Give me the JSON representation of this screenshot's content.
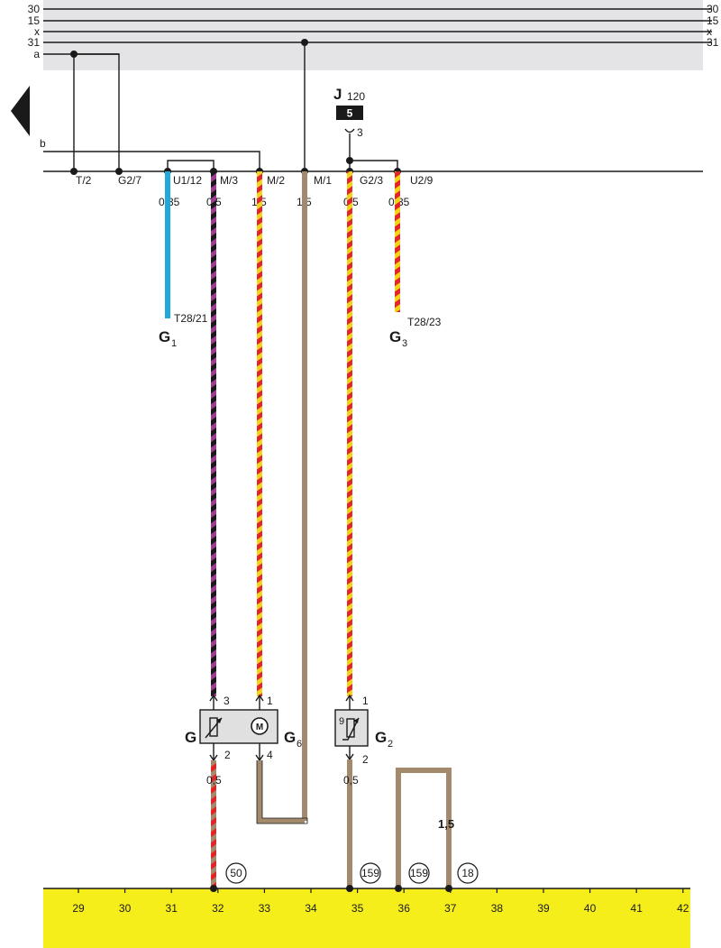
{
  "colors": {
    "rail_band": "#e4e4e6",
    "ground_band": "#f5ee1a",
    "blue": "#21a9d9",
    "violet": "#9b3c8f",
    "black": "#1a1a1a",
    "red": "#e0252b",
    "yellow": "#f3d21a",
    "brown": "#a38a6c",
    "component_fill": "#e0e0e0"
  },
  "rails": {
    "left_labels": [
      "30",
      "15",
      "x",
      "31",
      "a"
    ],
    "right_labels": [
      "30",
      "15",
      "x",
      "31"
    ]
  },
  "branch_label": "b",
  "relay": {
    "name": "J",
    "subscript": "120",
    "badge": "5",
    "pin": "3"
  },
  "connectors": [
    "T/2",
    "G2/7",
    "U1/12",
    "M/3",
    "M/2",
    "M/1",
    "G2/3",
    "U2/9"
  ],
  "wire_sizes_top": [
    "0,35",
    "0,5",
    "1,5",
    "1,5",
    "0,5",
    "0,35"
  ],
  "pins": {
    "t28_21": "T28/21",
    "t28_23": "T28/23"
  },
  "components": {
    "g1": {
      "letter": "G",
      "sub": "1"
    },
    "g3": {
      "letter": "G",
      "sub": "3"
    },
    "g": {
      "letter": "G",
      "pin_top": "3",
      "pin_bottom": "2"
    },
    "g6": {
      "letter": "G",
      "sub": "6",
      "pin_top": "1",
      "pin_bottom": "4",
      "motor": "M"
    },
    "g2": {
      "letter": "G",
      "sub": "2",
      "pin_top": "1",
      "pin_bottom": "2",
      "inner": "9"
    }
  },
  "wire_sizes_bottom": [
    "0,5",
    "0,5",
    "1,5"
  ],
  "ground_points": [
    "50",
    "159",
    "159",
    "18"
  ],
  "ground_scale": [
    "29",
    "30",
    "31",
    "32",
    "33",
    "34",
    "35",
    "36",
    "37",
    "38",
    "39",
    "40",
    "41",
    "42"
  ]
}
